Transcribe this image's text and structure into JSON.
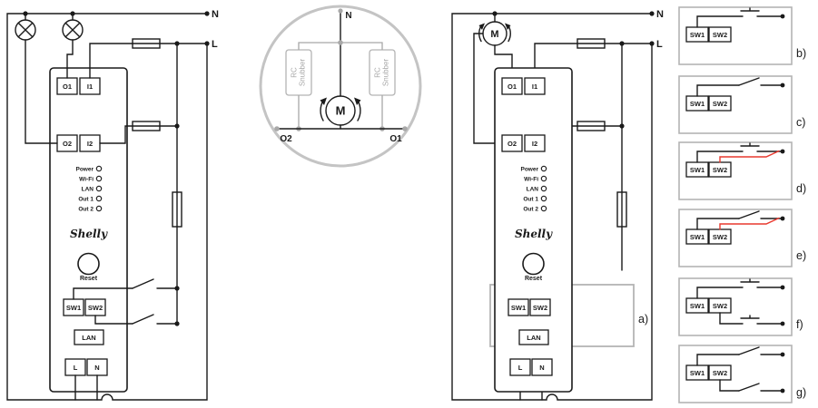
{
  "diagram": {
    "neutral_label": "N",
    "live_label": "L",
    "motor_label": "M",
    "option_a_label": "a)"
  },
  "device": {
    "terminal_o1": "O1",
    "terminal_i1": "I1",
    "terminal_o2": "O2",
    "terminal_i2": "I2",
    "led_power": "Power",
    "led_wifi": "Wi-Fi",
    "led_lan": "LAN",
    "led_out1": "Out 1",
    "led_out2": "Out 2",
    "brand": "Shelly",
    "reset_label": "Reset",
    "sw1_label": "SW1",
    "sw2_label": "SW2",
    "lan_label": "LAN",
    "terminal_l": "L",
    "terminal_n": "N"
  },
  "inset": {
    "neutral_label": "N",
    "motor_label": "M",
    "snubber_line1": "RC",
    "snubber_line2": "Snubber",
    "out_left_label": "O2",
    "out_right_label": "O1"
  },
  "options": {
    "sw1_label": "SW1",
    "sw2_label": "SW2",
    "b_label": "b)",
    "c_label": "c)",
    "d_label": "d)",
    "e_label": "e)",
    "f_label": "f)",
    "g_label": "g)"
  },
  "colors": {
    "wire": "#1a1a1a",
    "accent_red": "#e8392f",
    "muted_gray": "#b4b4b4"
  }
}
